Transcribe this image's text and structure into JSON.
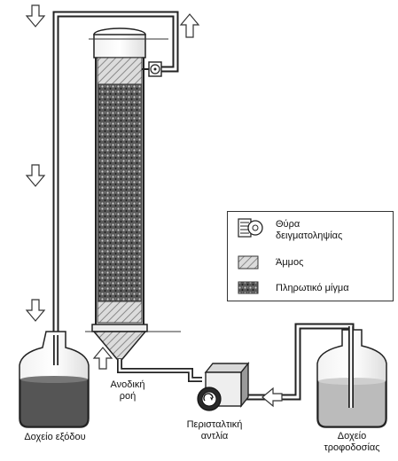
{
  "labels": {
    "output_tank": "Δοχείο εξόδου",
    "upflow_line1": "Ανοδική",
    "upflow_line2": "ροή",
    "pump_line1": "Περισταλτική",
    "pump_line2": "αντλία",
    "feed_tank_line1": "Δοχείο",
    "feed_tank_line2": "τροφοδοσίας"
  },
  "legend": {
    "sampling_port_line1": "Θύρα",
    "sampling_port_line2": "δειγματοληψίας",
    "sand": "Άμμος",
    "packing_mix": "Πληρωτικό μίγμα"
  }
}
